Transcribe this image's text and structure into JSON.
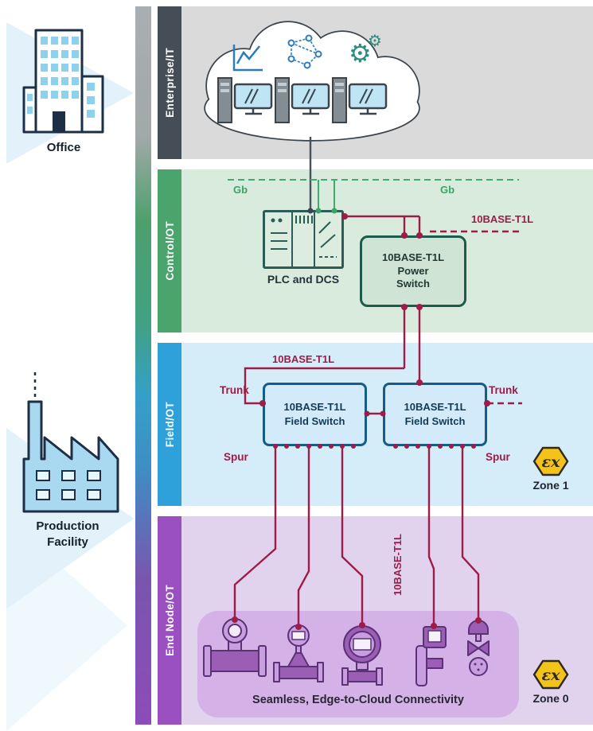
{
  "left_panel": {
    "office_label": "Office",
    "production_line1": "Production",
    "production_line2": "Facility"
  },
  "bands": {
    "enterprise": {
      "label": "Enterprise/IT"
    },
    "control": {
      "label": "Control/OT"
    },
    "field": {
      "label": "Field/OT"
    },
    "endnode": {
      "label": "End Node/OT"
    }
  },
  "control": {
    "gb_left": "Gb",
    "gb_right": "Gb",
    "plc_label": "PLC and DCS",
    "power_switch_lines": [
      "10BASE-T1L",
      "Power",
      "Switch"
    ],
    "t1l_label": "10BASE-T1L"
  },
  "field": {
    "t1l_label": "10BASE-T1L",
    "trunk_left": "Trunk",
    "trunk_right": "Trunk",
    "spur_left": "Spur",
    "spur_right": "Spur",
    "switch_left_lines": [
      "10BASE-T1L",
      "Field Switch"
    ],
    "switch_right_lines": [
      "10BASE-T1L",
      "Field Switch"
    ],
    "zone_label": "Zone 1",
    "ex_symbol": "εx"
  },
  "endnode": {
    "t1l_label": "10BASE-T1L",
    "caption": "Seamless, Edge-to-Cloud Connectivity",
    "zone_label": "Zone 0",
    "ex_symbol": "εx"
  },
  "colors": {
    "maroon": "#9e1c48",
    "green": "#3ea266",
    "enterprise_bar": "#454e57",
    "control_bar": "#4ba46c",
    "field_bar": "#2ea1da",
    "endnode_bar": "#9a50c1",
    "zone_badge_yellow": "#f3c31c"
  }
}
